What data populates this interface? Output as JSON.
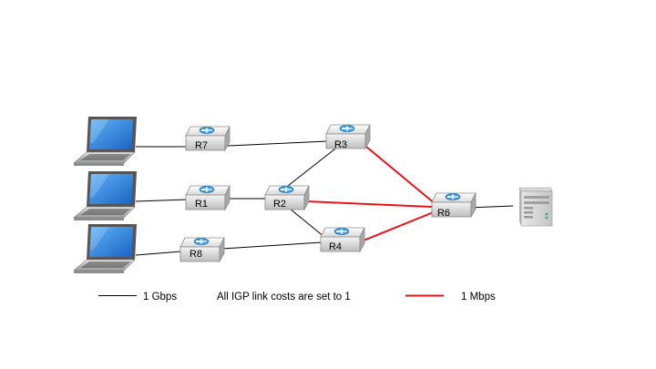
{
  "routers": [
    {
      "id": "R7",
      "label": "R7"
    },
    {
      "id": "R1",
      "label": "R1"
    },
    {
      "id": "R8",
      "label": "R8"
    },
    {
      "id": "R2",
      "label": "R2"
    },
    {
      "id": "R3",
      "label": "R3"
    },
    {
      "id": "R4",
      "label": "R4"
    },
    {
      "id": "R6",
      "label": "R6"
    }
  ],
  "hosts": [
    {
      "id": "laptop-1",
      "kind": "laptop-icon"
    },
    {
      "id": "laptop-2",
      "kind": "laptop-icon"
    },
    {
      "id": "laptop-3",
      "kind": "laptop-icon"
    },
    {
      "id": "server-1",
      "kind": "server-icon"
    }
  ],
  "links": [
    {
      "from": "laptop-1",
      "to": "R7",
      "type": "1g"
    },
    {
      "from": "laptop-2",
      "to": "R1",
      "type": "1g"
    },
    {
      "from": "laptop-3",
      "to": "R8",
      "type": "1g"
    },
    {
      "from": "R7",
      "to": "R3",
      "type": "1g"
    },
    {
      "from": "R1",
      "to": "R2",
      "type": "1g"
    },
    {
      "from": "R8",
      "to": "R4",
      "type": "1g"
    },
    {
      "from": "R2",
      "to": "R3",
      "type": "1g"
    },
    {
      "from": "R2",
      "to": "R4",
      "type": "1g"
    },
    {
      "from": "R3",
      "to": "R6",
      "type": "1m"
    },
    {
      "from": "R2",
      "to": "R6",
      "type": "1m"
    },
    {
      "from": "R4",
      "to": "R6",
      "type": "1m"
    },
    {
      "from": "R6",
      "to": "server-1",
      "type": "1g"
    }
  ],
  "colors": {
    "1g": "#000000",
    "1m": "#e8141a",
    "router_arrow": "#2a8fd6",
    "screen": "#2a7fd8"
  },
  "legend": {
    "gbps_label": "1 Gbps",
    "note": "All IGP link costs are set to 1",
    "mbps_label": "1 Mbps"
  }
}
